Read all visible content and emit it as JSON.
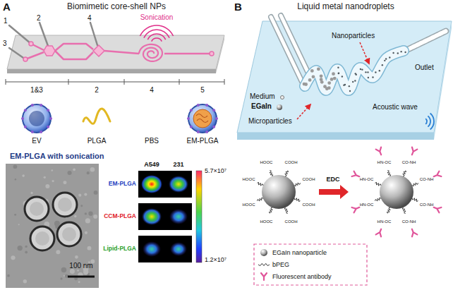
{
  "diagram": {
    "labels": [
      "A",
      "Biomimetic core-shell NPs",
      "Sonication",
      "1",
      "2",
      "3",
      "4",
      "1&3",
      "2",
      "4",
      "5",
      "EV",
      "PLGA",
      "PBS",
      "EM-PLGA",
      "EM-PLGA with sonication",
      "100 nm",
      "A549",
      "231",
      "5.7×10⁷",
      "EM-PLGA",
      "CCM-PLGA",
      "Lipid-PLGA",
      "1.2×10⁷",
      "B",
      "Liquid metal nanodroplets",
      "Nanoparticles",
      "Outlet",
      "Medium",
      "EGaIn",
      "Microparticles",
      "Acoustic wave",
      "EDC",
      "COOH",
      "COOH",
      "HOOC",
      "HOOC",
      "HOOC",
      "HOOC",
      "COOH",
      "COOH",
      "CO-NH",
      "CO-NH",
      "HN-OC",
      "HN-OC",
      "HN-OC",
      "HN-OC",
      "CO-NH",
      "CO-NH"
    ],
    "legend": [
      {
        "text": "EGaIn nanoparticle"
      },
      {
        "text": "bPEG"
      },
      {
        "text": "Fluorescent antibody"
      }
    ]
  }
}
